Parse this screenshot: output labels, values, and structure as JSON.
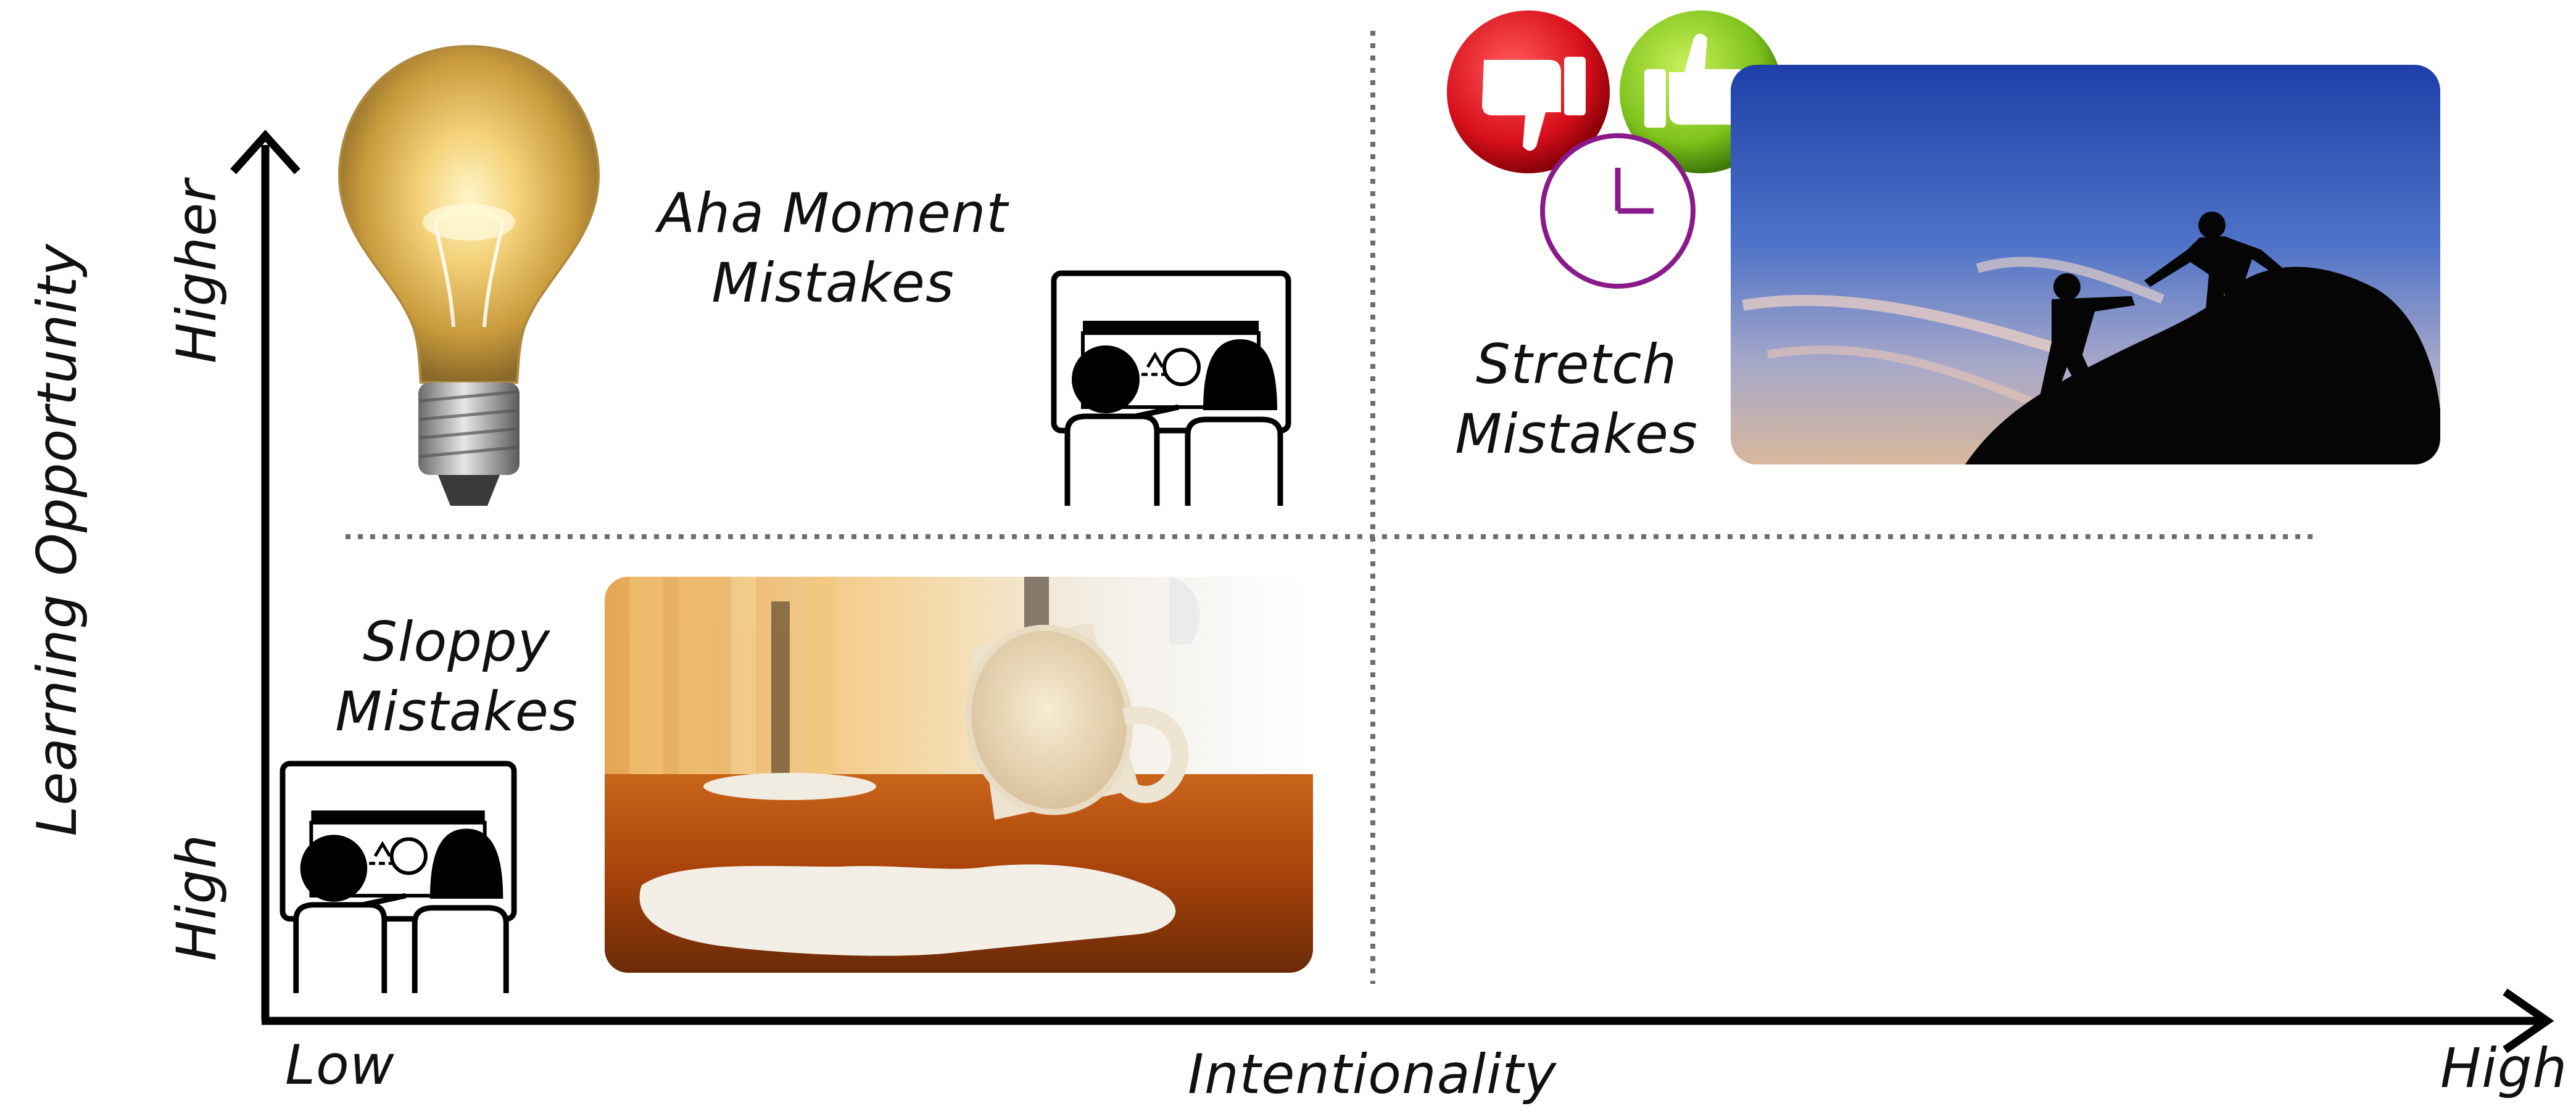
{
  "axes": {
    "x_title": "Intentionality",
    "x_low": "Low",
    "x_high": "High",
    "y_title": "Learning Opportunity",
    "y_low": "High",
    "y_high": "Higher"
  },
  "quadrants": {
    "aha": {
      "line1": "Aha Moment",
      "line2": "Mistakes"
    },
    "stretch": {
      "line1": "Stretch",
      "line2": "Mistakes"
    },
    "sloppy": {
      "line1": "Sloppy",
      "line2": "Mistakes"
    }
  },
  "images": {
    "lightbulb": "light-bulb",
    "cup": "spilled-coffee-cup",
    "climbers": "climbers-helping-hand",
    "thumbs_down": "thumbs-down",
    "thumbs_up": "thumbs-up",
    "clock": "clock",
    "kids_top": "children-at-whiteboard",
    "kids_bottom": "children-at-whiteboard"
  },
  "colors": {
    "axis": "#000000",
    "divider": "#6e6e6e",
    "thumbs_down": "#e0202c",
    "thumbs_up": "#7fc31c",
    "clock": "#8a1a8a"
  }
}
